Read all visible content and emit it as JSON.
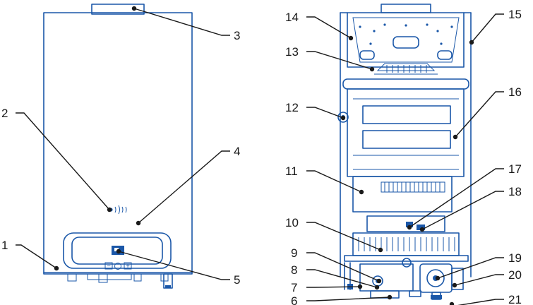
{
  "callouts": {
    "c1": "1",
    "c2": "2",
    "c3": "3",
    "c4": "4",
    "c5": "5",
    "c6": "6",
    "c7": "7",
    "c8": "8",
    "c9": "9",
    "c10": "10",
    "c11": "11",
    "c12": "12",
    "c13": "13",
    "c14": "14",
    "c15": "15",
    "c16": "16",
    "c17": "17",
    "c18": "18",
    "c19": "19",
    "c20": "20",
    "c21": "21"
  },
  "panel": {
    "minus_symbol": "−",
    "plus_symbol": "+"
  },
  "colors": {
    "outline": "#1a57a8",
    "leader": "#1a1a1a",
    "background": "#ffffff"
  }
}
